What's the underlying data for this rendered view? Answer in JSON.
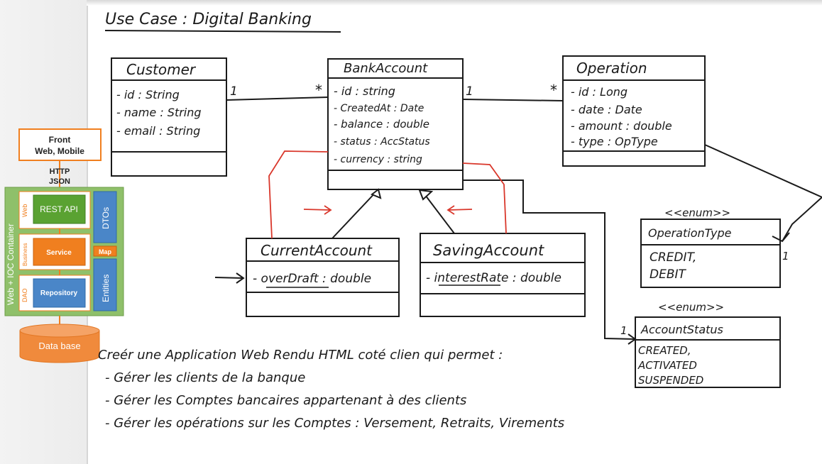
{
  "title": "Use Case : Digital Banking",
  "architecture": {
    "front_line1": "Front",
    "front_line2": "Web, Mobile",
    "http": "HTTP",
    "json": "JSON",
    "container": "Web + IOC Container",
    "layer_web": "Web",
    "layer_business": "Business",
    "layer_dao": "DAO",
    "rest_api": "REST API",
    "service": "Service",
    "repository": "Repository",
    "dtos": "DTOs",
    "map": "Map",
    "entities": "Entities",
    "database": "Data base"
  },
  "classes": {
    "customer": {
      "name": "Customer",
      "attrs": [
        "- id : String",
        "- name : String",
        "- email : String"
      ]
    },
    "bank_account": {
      "name": "BankAccount",
      "attrs": [
        "- id : string",
        "- CreatedAt : Date",
        "- balance : double",
        "- status : AccStatus",
        "- currency : string"
      ]
    },
    "operation": {
      "name": "Operation",
      "attrs": [
        "- id : Long",
        "- date : Date",
        "- amount : double",
        "- type : OpType"
      ]
    },
    "current_account": {
      "name": "CurrentAccount",
      "attrs": [
        "- overDraft : double"
      ]
    },
    "saving_account": {
      "name": "SavingAccount",
      "attrs": [
        "- interestRate : double"
      ]
    },
    "operation_type": {
      "stereotype": "<<enum>>",
      "name": "OperationType",
      "values": [
        "CREDIT,",
        "DEBIT"
      ]
    },
    "account_status": {
      "stereotype": "<<enum>>",
      "name": "AccountStatus",
      "values": [
        "CREATED,",
        "ACTIVATED",
        "SUSPENDED"
      ]
    }
  },
  "multiplicities": {
    "customer_one": "1",
    "account_many": "*",
    "account_one": "1",
    "operation_many": "*",
    "optype_one": "1",
    "status_one": "1"
  },
  "requirements": {
    "intro": "Creér une Application Web Rendu HTML coté clien qui permet :",
    "items": [
      "- Gérer les clients de la banque",
      "- Gérer les Comptes bancaires appartenant à des clients",
      "- Gérer les opérations sur les Comptes : Versement, Retraits, Virements"
    ]
  },
  "colors": {
    "ink": "#1a1a1a",
    "red": "#d9372b",
    "green_web": "#5aa232",
    "orange": "#f07f1f",
    "blue": "#4a86c8",
    "container_green": "#8fc06a"
  }
}
